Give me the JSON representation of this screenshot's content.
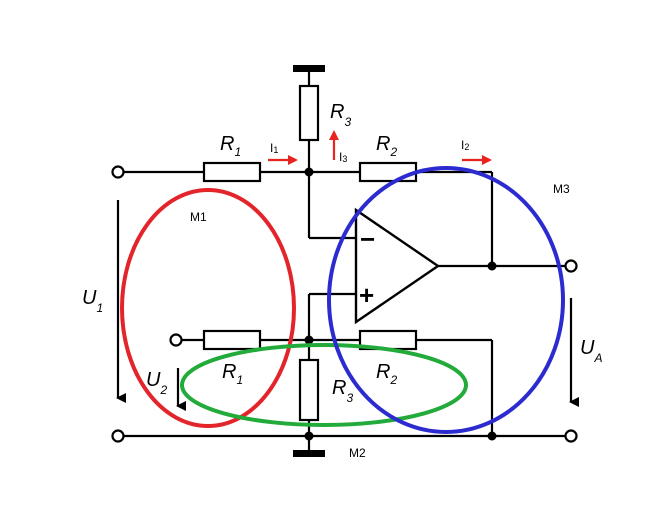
{
  "labels": {
    "r1_top": {
      "main": "R",
      "sub": "1"
    },
    "r3_top": {
      "main": "R",
      "sub": "3"
    },
    "r2_top": {
      "main": "R",
      "sub": "2"
    },
    "r1_bot": {
      "main": "R",
      "sub": "1"
    },
    "r3_bot": {
      "main": "R",
      "sub": "3"
    },
    "r2_bot": {
      "main": "R",
      "sub": "2"
    },
    "u1": {
      "main": "U",
      "sub": "1"
    },
    "u2": {
      "main": "U",
      "sub": "2"
    },
    "ua": {
      "main": "U",
      "sub": "A"
    },
    "i1": {
      "main": "I",
      "sub": "1"
    },
    "i2": {
      "main": "I",
      "sub": "2"
    },
    "i3": {
      "main": "I",
      "sub": "3"
    },
    "m1": "M1",
    "m2": "M2",
    "m3": "M3",
    "opamp_minus": "−",
    "opamp_plus": "+"
  },
  "colors": {
    "wire": "#000000",
    "current_arrow": "#e8231f",
    "loop_m1": "#e3242b",
    "loop_m2": "#22aa3a",
    "loop_m3": "#2b2bd0"
  }
}
